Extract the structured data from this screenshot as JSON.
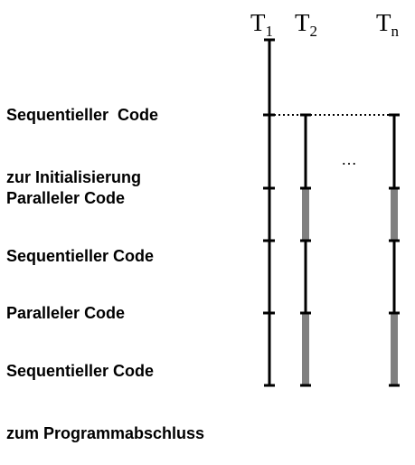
{
  "threads": [
    {
      "base": "T",
      "sub": "1"
    },
    {
      "base": "T",
      "sub": "2"
    },
    {
      "base": "T",
      "sub": "n"
    }
  ],
  "ellipsis": "…",
  "phases": [
    {
      "line1": "Sequentieller  Code",
      "line2": "zur Initialisierung"
    },
    {
      "line1": "Paralleler Code",
      "line2": ""
    },
    {
      "line1": "Sequentieller Code",
      "line2": ""
    },
    {
      "line1": "Paralleler Code",
      "line2": ""
    },
    {
      "line1": "Sequentieller Code",
      "line2": "zum Programmabschluss"
    }
  ],
  "colors": {
    "active_line": "#000000",
    "idle_bar": "#808080"
  }
}
